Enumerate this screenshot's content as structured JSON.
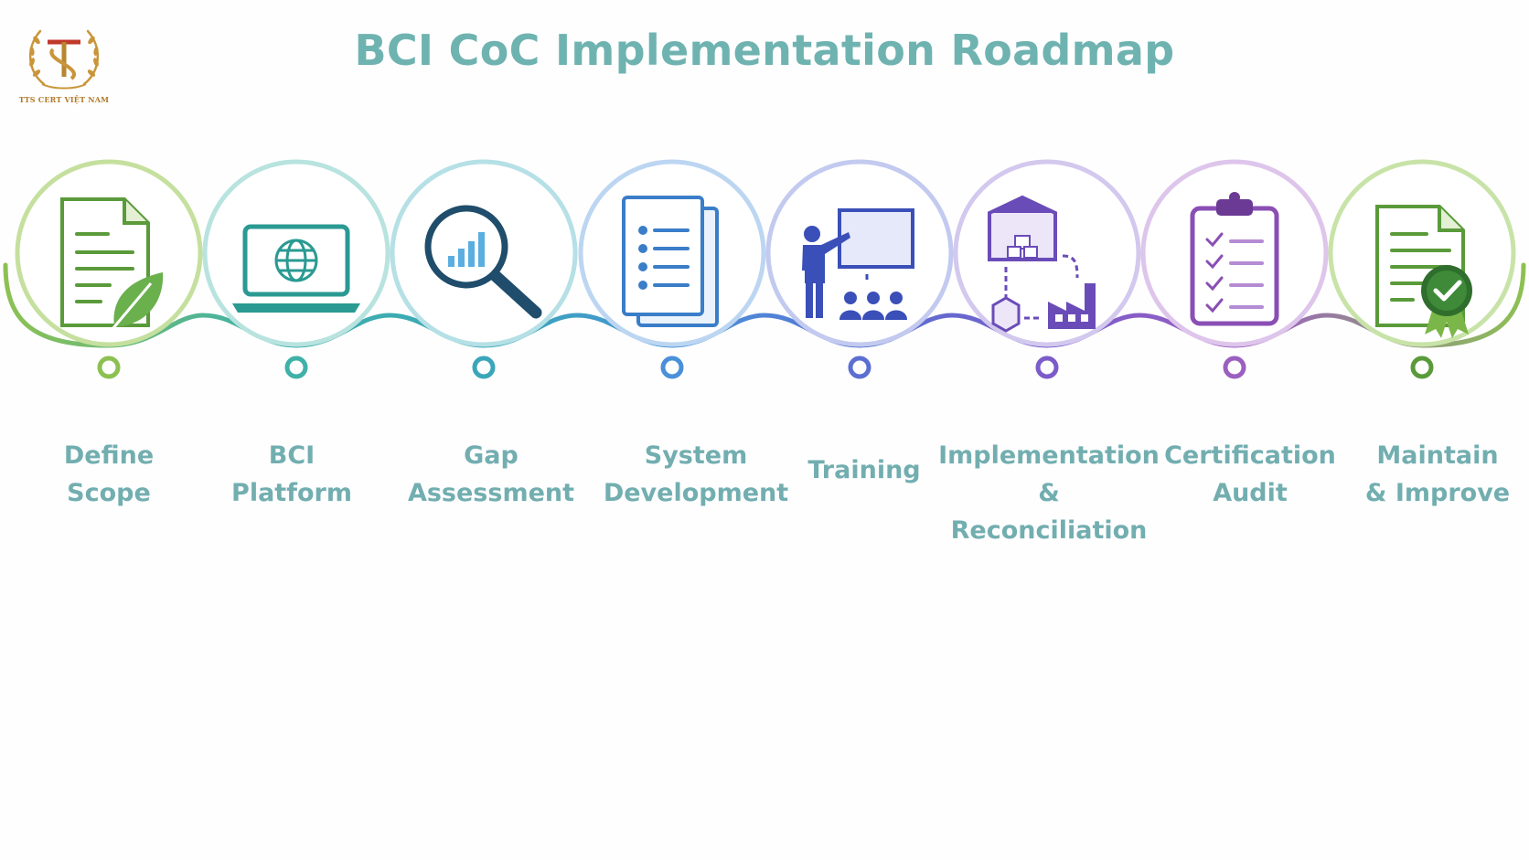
{
  "logo": {
    "text": "TTS CERT VIỆT NAM",
    "icon": "laurel-tts-logo"
  },
  "title": "BCI CoC Implementation Roadmap",
  "steps": [
    {
      "line1": "Define",
      "line2": "Scope",
      "icon": "document-leaf-icon",
      "color": "#8cc152"
    },
    {
      "line1": "BCI",
      "line2": "Platform",
      "icon": "laptop-globe-icon",
      "color": "#3fb1a8"
    },
    {
      "line1": "Gap",
      "line2": "Assessment",
      "icon": "magnifier-chart-icon",
      "color": "#3aa6b9"
    },
    {
      "line1": "System",
      "line2": "Development",
      "icon": "document-list-icon",
      "color": "#4a90d9"
    },
    {
      "line1": "Training",
      "line2": "",
      "icon": "presentation-audience-icon",
      "color": "#5a6fd1"
    },
    {
      "line1": "Implementation",
      "line2": "& Reconciliation",
      "icon": "warehouse-factory-icon",
      "color": "#7b5cc9"
    },
    {
      "line1": "Certification",
      "line2": "Audit",
      "icon": "clipboard-checklist-icon",
      "color": "#9b5fc0"
    },
    {
      "line1": "Maintain",
      "line2": "& Improve",
      "icon": "certificate-badge-icon",
      "color": "#7ab648"
    }
  ]
}
